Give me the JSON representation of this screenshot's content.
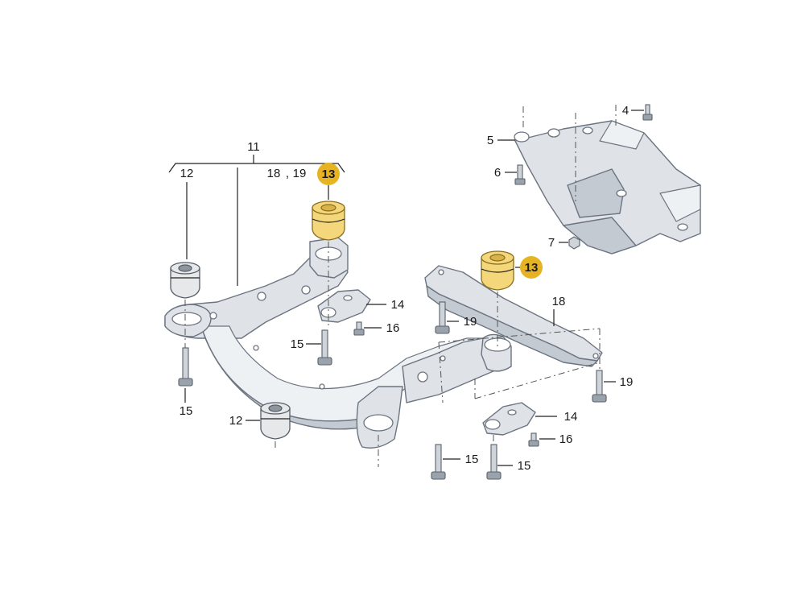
{
  "labels": {
    "l11": "11",
    "l12a": "12",
    "l18_19": "18",
    "l_comma": ",",
    "l19_top": "19",
    "l13a": "13",
    "l13b": "13",
    "l4": "4",
    "l5": "5",
    "l6": "6",
    "l7": "7",
    "l14a": "14",
    "l16a": "16",
    "l15a": "15",
    "l19a": "19",
    "l18": "18",
    "l15b": "15",
    "l19b": "19",
    "l12b": "12",
    "l14b": "14",
    "l16b": "16",
    "l15c": "15",
    "l15d": "15"
  },
  "colors": {
    "highlight_badge": "#e6b422",
    "bushing_highlight": "#f3d77a",
    "metal": "#dfe3e8"
  }
}
